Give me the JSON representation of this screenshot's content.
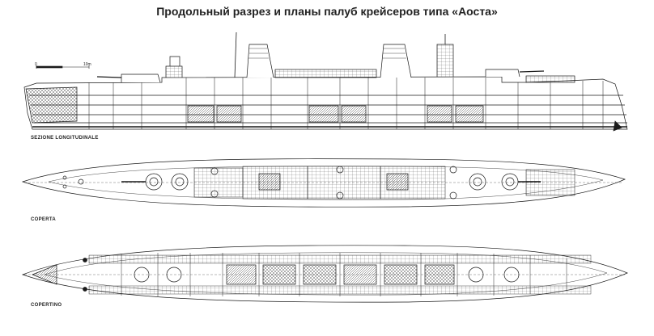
{
  "title": "Продольный разрез и планы палуб крейсеров типа «Аоста»",
  "scale": {
    "zero": "0",
    "ten": "10m"
  },
  "views": {
    "section": "SEZIONE LONGITUDINALE",
    "deck": "COPERTA",
    "lower_deck": "COPERTINO"
  },
  "colors": {
    "ink": "#1a1a1a",
    "paper": "#ffffff"
  }
}
